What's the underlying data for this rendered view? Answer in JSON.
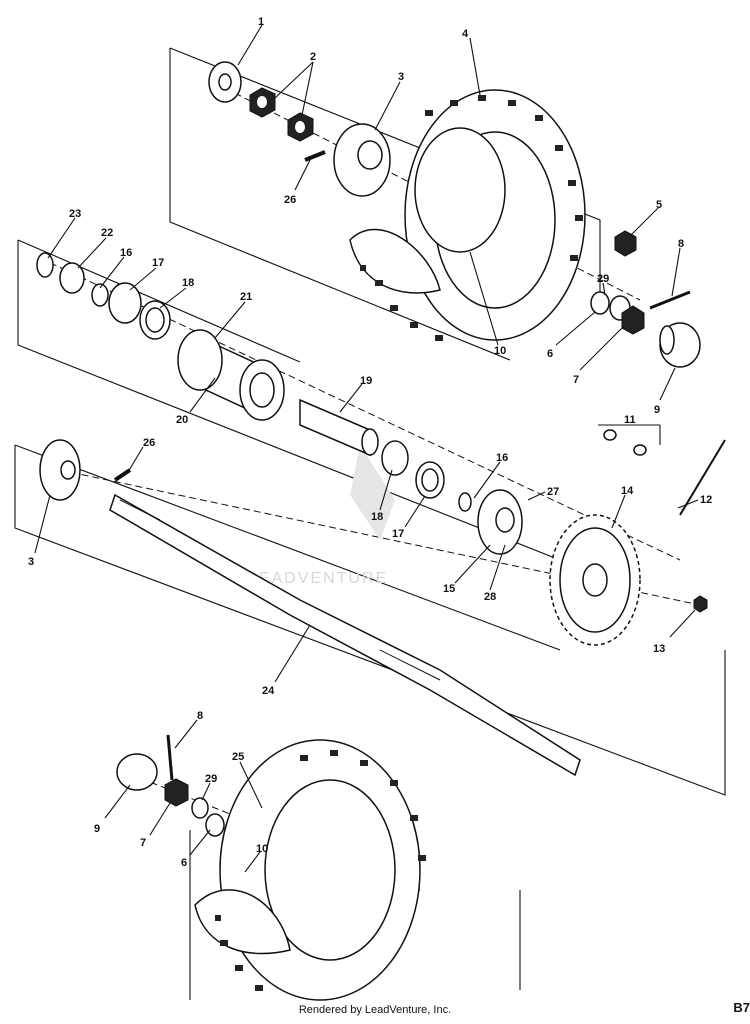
{
  "diagram": {
    "callouts": [
      "1",
      "2",
      "3",
      "4",
      "5",
      "8",
      "26",
      "23",
      "22",
      "16",
      "17",
      "18",
      "21",
      "29",
      "6",
      "7",
      "10",
      "9",
      "19",
      "20",
      "11",
      "26",
      "16",
      "27",
      "14",
      "12",
      "3",
      "18",
      "17",
      "15",
      "28",
      "13",
      "24",
      "8",
      "25",
      "29",
      "9",
      "7",
      "6",
      "10"
    ],
    "watermark": "LEADVENTURE",
    "footer": "Rendered by LeadVenture, Inc.",
    "page_code": "B7"
  }
}
